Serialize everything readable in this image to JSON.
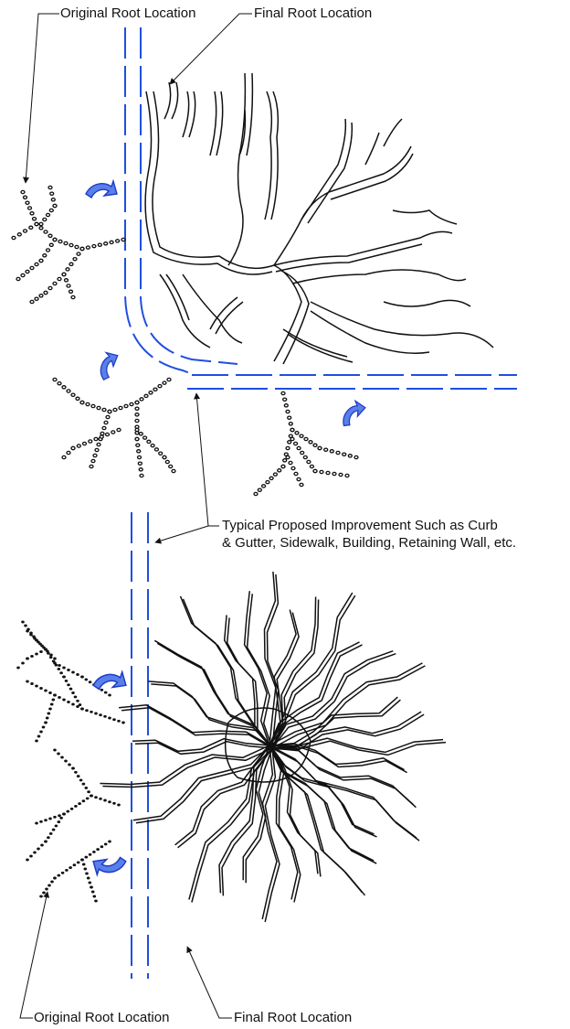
{
  "labels": {
    "top_original": "Original Root Location",
    "top_final": "Final Root Location",
    "improvement_line1": "Typical Proposed Improvement Such as Curb",
    "improvement_line2": "& Gutter, Sidewalk, Building, Retaining Wall, etc.",
    "bottom_original": "Original Root Location",
    "bottom_final": "Final Root Location"
  },
  "colors": {
    "improvement_lines": "#1f4fe0",
    "arrow_fill": "#5b7fe8",
    "arrow_stroke": "#1a3cc7",
    "roots": "#111111",
    "leaders": "#111111"
  },
  "icons": {
    "redirect_arrow": "curved-arrow-icon"
  }
}
